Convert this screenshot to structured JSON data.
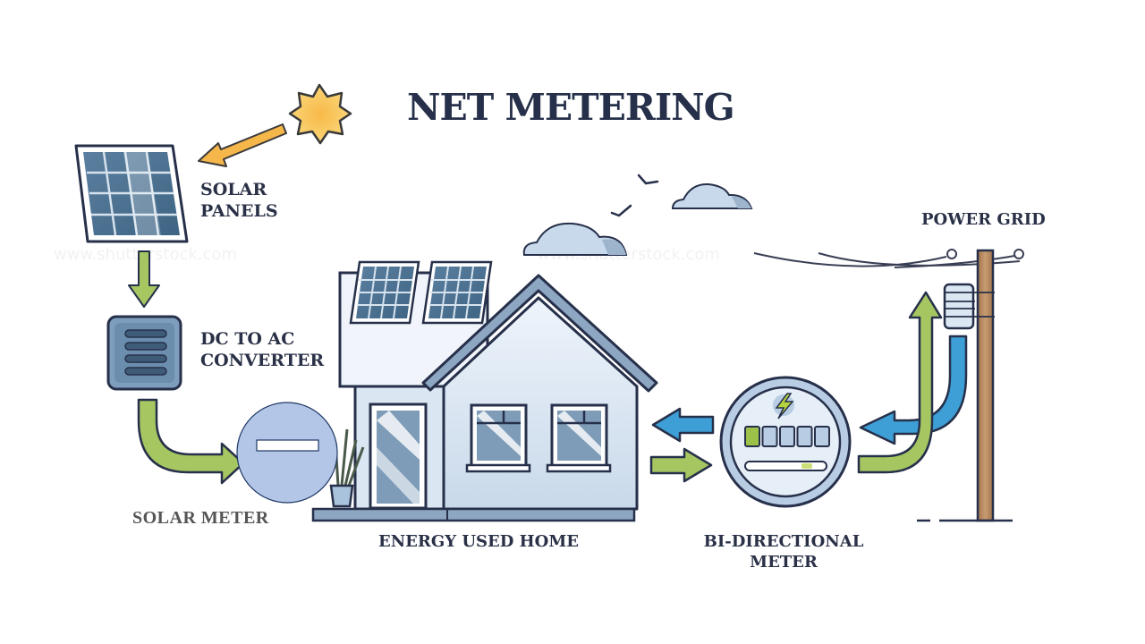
{
  "title": "NET METERING",
  "labels": {
    "solar_panels": [
      "SOLAR",
      "PANELS"
    ],
    "converter": [
      "DC TO AC",
      "CONVERTER"
    ],
    "solar_meter": "SOLAR METER",
    "home": "ENERGY USED HOME",
    "bidirectional_meter": [
      "BI-DIRECTIONAL",
      "METER"
    ],
    "power_grid": "POWER GRID"
  },
  "colors": {
    "ink": "#27304a",
    "panel_blue": "#4f7291",
    "house_light": "#dfe9f5",
    "house_mid": "#b8cde3",
    "roof": "#8da6c1",
    "green_arrow": "#a6c662",
    "blue_arrow": "#3d9fd6",
    "sun": "#f9c04e",
    "sun_arrow": "#f5b64a",
    "pole": "#b5855a",
    "cloud": "#c8d9ec",
    "cloud_shade": "#9db4cd",
    "solar_meter_fill": "#b3c6e7",
    "solar_meter_stroke": "#1f3864"
  },
  "meter_display": {
    "digits": 5,
    "active_digits": 1
  }
}
